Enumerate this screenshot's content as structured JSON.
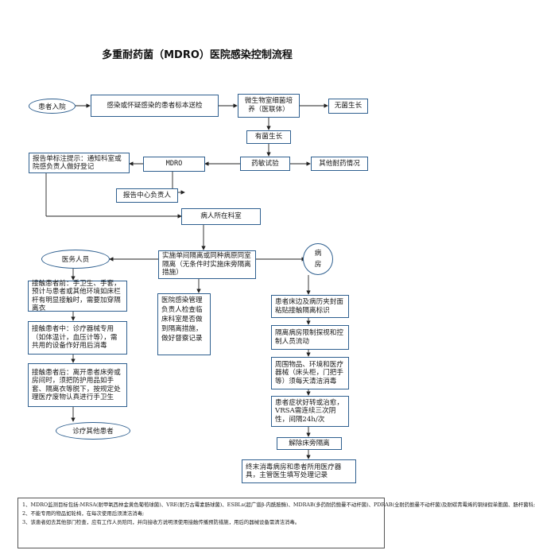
{
  "title": "多重耐药菌（MDRO）医院感染控制流程",
  "nodes": {
    "patient_admission": "患者入院",
    "send_specimen": "感染或怀疑感染的患者标本送检",
    "micro_lab": "微生物室细菌培养（医联体）",
    "no_growth": "无菌生长",
    "growth": "有菌生长",
    "susceptibility": "药敏试验",
    "other_resistance": "其他耐药情况",
    "mdro": "MDRO",
    "report_notes": "报告单标注提示：通知科室或院感负责人做好登记",
    "report_center": "报告中心负责人",
    "ward": "病人所在科室",
    "medical_staff": "医务人员",
    "isolation": "实施单间隔离或同种病原同室隔离（无条件时实施床旁隔离措施）",
    "ward_oval": "病房",
    "before_contact": "接触患者前：手卫生、手套，预计与患者或其他环境如床栏杆有明显接触时，需要加穿隔离衣",
    "during_contact": "接触患者中：诊疗器械专用（如体温计，血压计等），需共用的设备作好用后消毒",
    "after_contact": "接触患者后：离开患者床旁或房间时，须把防护用品如手套、隔离衣等脱下，按规定处理医疗废物认真进行手卫生",
    "treat_others": "诊疗其他患者",
    "supervision": "医院感染管理负责人检查临床科室是否做到隔离措施，做好督察记录",
    "bedside_sign": "患者床边及病历夹封面粘贴接触隔离标识",
    "limit_visits": "隔离病房限制探视和控制人员流动",
    "clean_items": "周围物品、环境和医疗器械（床头柜，门把手等）须每天清洁消毒",
    "negative_tests": "患者症状好转或治愈，VRSA需连续三次阴性，间隔24h/次",
    "lift_isolation": "解除床旁隔离",
    "terminal_disinfection": "终末消毒病房和患者所用医疗器具，主管医生填写处理记录"
  },
  "footnotes": [
    "1、MDRO监测目标包括:MRSA(耐甲氧西林金黄色葡萄球菌)、VRE(耐万古霉素肠球菌)、ESBLs(超广谱β-内酰胺酶)、MDRAB(多药耐药鲍曼不动杆菌)、PDRAB(全耐药鲍曼不动杆菌)及耐碳青霉烯的铜绿假单胞菌、肠杆菌科;",
    "2、不能专用的物品如轮椅，在每次使用后须清洁消毒;",
    "3、该患者如去其他部门检查，应有工作人员陪同，并向接收方说明须使用接触传播预防措施，用后的器械设备需清洁消毒。"
  ]
}
